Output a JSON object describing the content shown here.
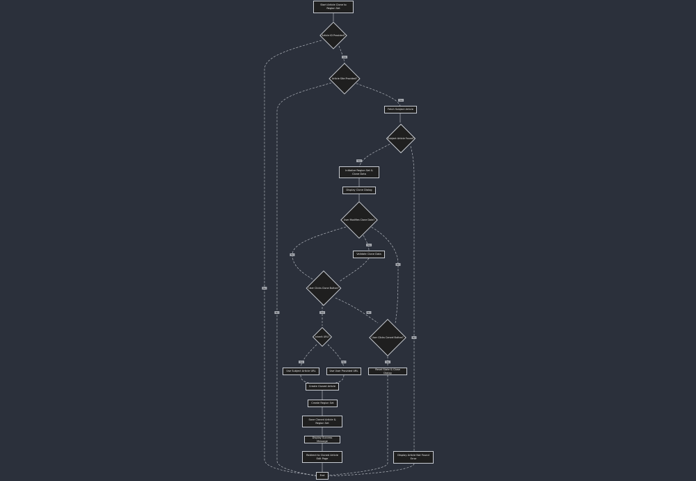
{
  "nodes": {
    "start": "Start Article Clone to Region Set",
    "fetch_subject": "Fetch Subject Article",
    "init_region": "Initialize Region Set & Clone Data",
    "display_dialog": "Display Clone Dialog",
    "validate": "Validate Clone Data",
    "use_subject_url": "Use Subject Article URL",
    "use_user_url": "Use User Provided URL",
    "create_cloned": "Create Cloned Article",
    "create_region": "Create Region Set",
    "save_cloned": "Save Cloned Article & Region Set",
    "display_success": "Display Success Message",
    "redirect": "Redirect to Cloned Article Edit Page",
    "reset_close": "Reset State & Close Dialog",
    "not_found": "Display Article Not Found Error",
    "end": "End"
  },
  "decisions": {
    "article_id": "Article ID Provided?",
    "article_site": "Article Site Provided?",
    "subject_found": "Subject Article Found?",
    "modifies": "User Modifies Clone Data?",
    "clicks_clone": "User Clicks Clone Button?",
    "inherit_url": "Inherit URL?",
    "clicks_cancel": "User Clicks Cancel Button?"
  },
  "edge_labels": {
    "yes": "Yes",
    "no": "No"
  }
}
